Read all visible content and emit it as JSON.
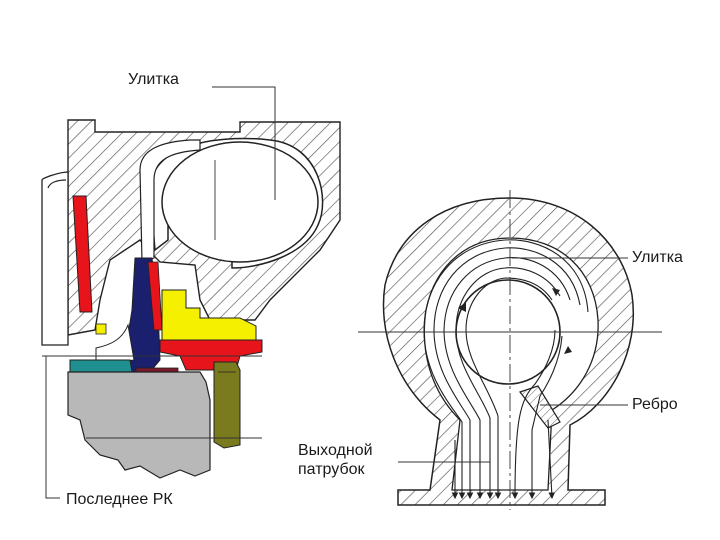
{
  "labels": {
    "volute_left": "Улитка",
    "volute_right": "Улитка",
    "rib": "Ребро",
    "outlet_line1": "Выходной",
    "outlet_line2": "патрубок",
    "last_stage": "Последнее РК"
  },
  "colors": {
    "hatch": "#555555",
    "outline": "#222222",
    "red": "#e8141b",
    "yellow": "#f5f000",
    "navy": "#1a1f6e",
    "teal": "#1f8f8f",
    "maroon": "#7a1a2a",
    "gray_body": "#b8b8b8",
    "olive": "#7a7a1e"
  }
}
